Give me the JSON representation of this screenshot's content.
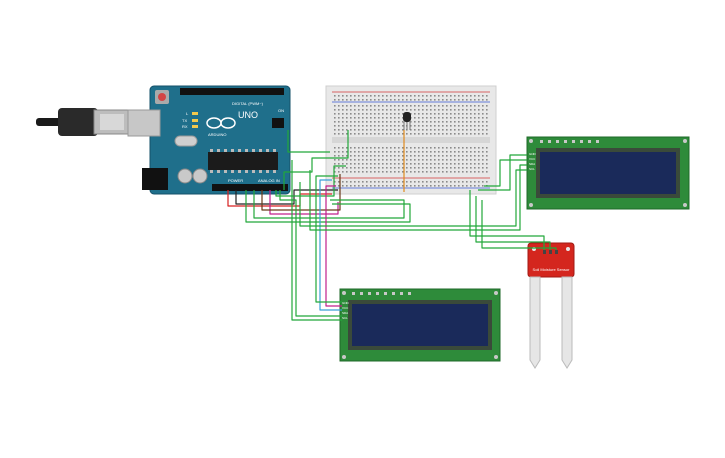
{
  "arduino": {
    "brand": "ARDUINO",
    "model": "UNO",
    "digital_label": "DIGITAL (PWM~)",
    "power_label": "POWER",
    "analog_label": "ANALOG IN",
    "tx_label": "TX",
    "rx_label": "RX",
    "led_label": "L",
    "on_label": "ON"
  },
  "sensor": {
    "label_line1": "Soil Moisture Sensor"
  },
  "lcd_pins": [
    "GND",
    "VCC",
    "SDA",
    "SCL"
  ],
  "colors": {
    "board": "#1f6f8b",
    "breadboard": "#e8e8e8",
    "lcd_frame": "#2e8b3a",
    "lcd_screen": "#1a2a5a",
    "sensor": "#d4261e",
    "wire_green": "#22a83a",
    "wire_red": "#d62020",
    "wire_black": "#222222",
    "wire_orange": "#e08a1e",
    "wire_magenta": "#c0208c",
    "wire_blue": "#3aa0d8"
  }
}
